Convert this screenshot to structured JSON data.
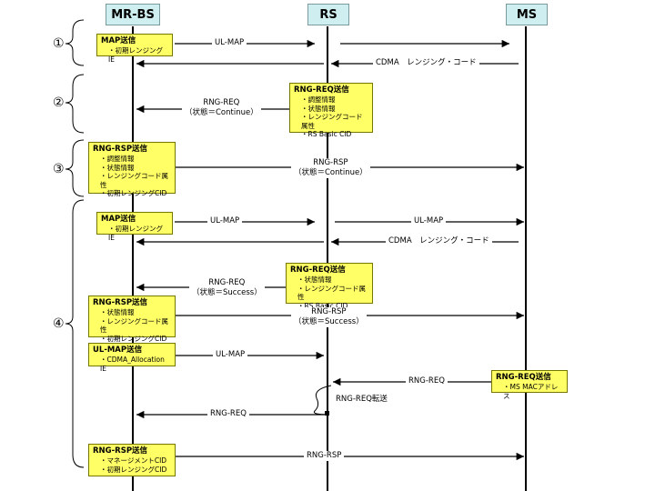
{
  "lanes": [
    {
      "id": "mrbs",
      "label": "MR-BS"
    },
    {
      "id": "rs",
      "label": "RS"
    },
    {
      "id": "ms",
      "label": "MS"
    }
  ],
  "phases": [
    "①",
    "②",
    "③",
    "④"
  ],
  "boxes": [
    {
      "title": "MAP送信",
      "items": [
        "初期レンジングIE"
      ]
    },
    {
      "title": "RNG-REQ送信",
      "items": [
        "調整情報",
        "状態情報",
        "レンジングコード属性",
        "RS Basic CID"
      ]
    },
    {
      "title": "RNG-RSP送信",
      "items": [
        "調整情報",
        "状態情報",
        "レンジングコード属性",
        "初期レンジングCID"
      ]
    },
    {
      "title": "MAP送信",
      "items": [
        "初期レンジングIE"
      ]
    },
    {
      "title": "RNG-REQ送信",
      "items": [
        "状態情報",
        "レンジングコード属性",
        "RS Basic CID"
      ]
    },
    {
      "title": "RNG-RSP送信",
      "items": [
        "状態情報",
        "レンジングコード属性",
        "初期レンジングCID"
      ]
    },
    {
      "title": "UL-MAP送信",
      "items": [
        "CDMA_Allocation IE"
      ]
    },
    {
      "title": "RNG-REQ送信",
      "items": [
        "MS MACアドレス"
      ]
    },
    {
      "title": "RNG-RSP送信",
      "items": [
        "マネージメントCID",
        "初期レンジングCID"
      ]
    }
  ],
  "messages": [
    {
      "l1": "UL-MAP",
      "l2": ""
    },
    {
      "l1": "CDMA　レンジング・コード",
      "l2": ""
    },
    {
      "l1": "RNG-REQ",
      "l2": "（状態＝Continue）"
    },
    {
      "l1": "RNG-RSP",
      "l2": "（状態＝Continue）"
    },
    {
      "l1": "UL-MAP",
      "l2": ""
    },
    {
      "l1": "UL-MAP",
      "l2": ""
    },
    {
      "l1": "CDMA　レンジング・コード",
      "l2": ""
    },
    {
      "l1": "RNG-REQ",
      "l2": "（状態＝Success）"
    },
    {
      "l1": "RNG-RSP",
      "l2": "（状態＝Success）"
    },
    {
      "l1": "UL-MAP",
      "l2": ""
    },
    {
      "l1": "RNG-REQ",
      "l2": ""
    },
    {
      "l1": "RNG-REQ転送",
      "l2": ""
    },
    {
      "l1": "RNG-REQ",
      "l2": ""
    },
    {
      "l1": "RNG-RSP",
      "l2": ""
    }
  ]
}
